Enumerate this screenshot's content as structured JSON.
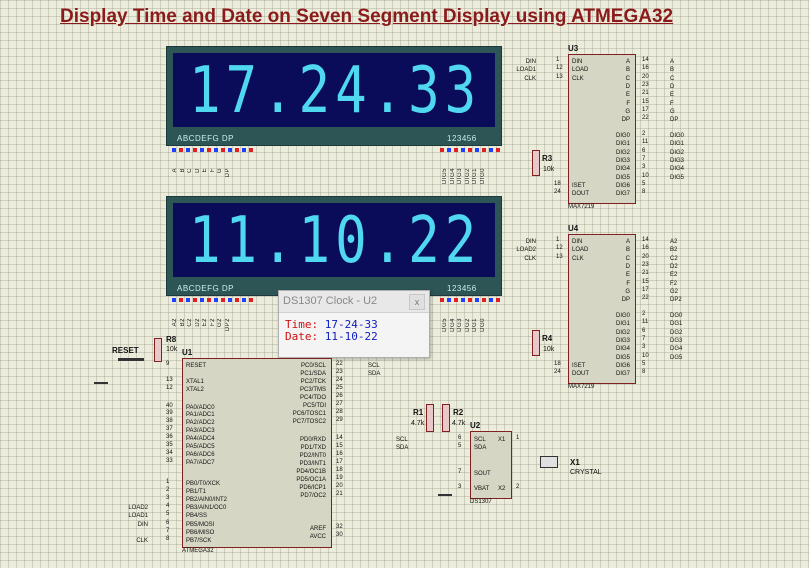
{
  "title": "Display Time and Date on Seven Segment Display using ATMEGA32",
  "display1": {
    "digits": "17.24.33",
    "seg_label": "ABCDEFG  DP",
    "dig_label": "123456",
    "seg_pins": [
      "A",
      "B",
      "C",
      "D",
      "E",
      "F",
      "G",
      "DP"
    ],
    "dig_pins": [
      "DIG5",
      "DIG4",
      "DIG3",
      "DIG2",
      "DIG1",
      "DIG0"
    ]
  },
  "display2": {
    "digits": "11.10.22",
    "seg_label": "ABCDEFG  DP",
    "dig_label": "123456",
    "seg_pins": [
      "A2",
      "B2",
      "C2",
      "D2",
      "E2",
      "F2",
      "G2",
      "DP2"
    ],
    "dig_pins": [
      "DG5",
      "DG4",
      "DG3",
      "DG2",
      "DG1",
      "DG0"
    ]
  },
  "popup": {
    "title": "DS1307 Clock - U2",
    "close": "x",
    "time_key": "Time:",
    "time_val": "17-24-33",
    "date_key": "Date:",
    "date_val": "11-10-22"
  },
  "u3": {
    "ref": "U3",
    "name": "MAX7219",
    "left_pins": [
      {
        "n": "1",
        "t": "DIN"
      },
      {
        "n": "12",
        "t": "LOAD"
      },
      {
        "n": "13",
        "t": "CLK"
      }
    ],
    "bottom_left": [
      {
        "n": "18",
        "t": "ISET"
      },
      {
        "n": "24",
        "t": "DOUT"
      }
    ],
    "right_pins_a": [
      {
        "n": "14",
        "t": "A"
      },
      {
        "n": "16",
        "t": "B"
      },
      {
        "n": "20",
        "t": "C"
      },
      {
        "n": "23",
        "t": "D"
      },
      {
        "n": "21",
        "t": "E"
      },
      {
        "n": "15",
        "t": "F"
      },
      {
        "n": "17",
        "t": "G"
      },
      {
        "n": "22",
        "t": "DP"
      }
    ],
    "right_pins_b": [
      {
        "n": "2",
        "t": "DIG0"
      },
      {
        "n": "11",
        "t": "DIG1"
      },
      {
        "n": "6",
        "t": "DIG2"
      },
      {
        "n": "7",
        "t": "DIG3"
      },
      {
        "n": "3",
        "t": "DIG4"
      },
      {
        "n": "10",
        "t": "DIG5"
      },
      {
        "n": "5",
        "t": "DIG6"
      },
      {
        "n": "8",
        "t": "DIG7"
      }
    ],
    "net_left": [
      "DIN",
      "LOAD1",
      "CLK"
    ],
    "net_right_a": [
      "A",
      "B",
      "C",
      "D",
      "E",
      "F",
      "G",
      "DP"
    ],
    "net_right_b": [
      "DIG0",
      "DIG1",
      "DIG2",
      "DIG3",
      "DIG4",
      "DIG5"
    ]
  },
  "u4": {
    "ref": "U4",
    "name": "MAX7219",
    "left_pins": [
      {
        "n": "1",
        "t": "DIN"
      },
      {
        "n": "12",
        "t": "LOAD"
      },
      {
        "n": "13",
        "t": "CLK"
      }
    ],
    "bottom_left": [
      {
        "n": "18",
        "t": "ISET"
      },
      {
        "n": "24",
        "t": "DOUT"
      }
    ],
    "right_pins_a": [
      {
        "n": "14",
        "t": "A"
      },
      {
        "n": "16",
        "t": "B"
      },
      {
        "n": "20",
        "t": "C"
      },
      {
        "n": "23",
        "t": "D"
      },
      {
        "n": "21",
        "t": "E"
      },
      {
        "n": "15",
        "t": "F"
      },
      {
        "n": "17",
        "t": "G"
      },
      {
        "n": "22",
        "t": "DP"
      }
    ],
    "right_pins_b": [
      {
        "n": "2",
        "t": "DIG0"
      },
      {
        "n": "11",
        "t": "DIG1"
      },
      {
        "n": "6",
        "t": "DIG2"
      },
      {
        "n": "7",
        "t": "DIG3"
      },
      {
        "n": "3",
        "t": "DIG4"
      },
      {
        "n": "10",
        "t": "DIG5"
      },
      {
        "n": "5",
        "t": "DIG6"
      },
      {
        "n": "8",
        "t": "DIG7"
      }
    ],
    "net_left": [
      "DIN",
      "LOAD2",
      "CLK"
    ],
    "net_right_a": [
      "A2",
      "B2",
      "C2",
      "D2",
      "E2",
      "F2",
      "G2",
      "DP2"
    ],
    "net_right_b": [
      "DG0",
      "DG1",
      "DG2",
      "DG3",
      "DG4",
      "DG5"
    ]
  },
  "r3": {
    "ref": "R3",
    "val": "10k"
  },
  "r4": {
    "ref": "R4",
    "val": "10k"
  },
  "r8": {
    "ref": "R8",
    "val": "10k"
  },
  "r1": {
    "ref": "R1",
    "val": "4.7k"
  },
  "r2": {
    "ref": "R2",
    "val": "4.7k"
  },
  "reset": "RESET",
  "u1": {
    "ref": "U1",
    "name": "ATMEGA32",
    "left": [
      {
        "n": "9",
        "t": "RESET"
      },
      {
        "n": "13",
        "t": "XTAL1"
      },
      {
        "n": "12",
        "t": "XTAL2"
      },
      {
        "n": "40",
        "t": "PA0/ADC0"
      },
      {
        "n": "39",
        "t": "PA1/ADC1"
      },
      {
        "n": "38",
        "t": "PA2/ADC2"
      },
      {
        "n": "37",
        "t": "PA3/ADC3"
      },
      {
        "n": "36",
        "t": "PA4/ADC4"
      },
      {
        "n": "35",
        "t": "PA5/ADC5"
      },
      {
        "n": "34",
        "t": "PA6/ADC6"
      },
      {
        "n": "33",
        "t": "PA7/ADC7"
      },
      {
        "n": "1",
        "t": "PB0/T0/XCK"
      },
      {
        "n": "2",
        "t": "PB1/T1"
      },
      {
        "n": "3",
        "t": "PB2/AIN0/INT2"
      },
      {
        "n": "4",
        "t": "PB3/AIN1/OC0"
      },
      {
        "n": "5",
        "t": "PB4/SS"
      },
      {
        "n": "6",
        "t": "PB5/MOSI"
      },
      {
        "n": "7",
        "t": "PB6/MISO"
      },
      {
        "n": "8",
        "t": "PB7/SCK"
      }
    ],
    "right": [
      {
        "n": "22",
        "t": "PC0/SCL"
      },
      {
        "n": "23",
        "t": "PC1/SDA"
      },
      {
        "n": "24",
        "t": "PC2/TCK"
      },
      {
        "n": "25",
        "t": "PC3/TMS"
      },
      {
        "n": "26",
        "t": "PC4/TDO"
      },
      {
        "n": "27",
        "t": "PC5/TDI"
      },
      {
        "n": "28",
        "t": "PC6/TOSC1"
      },
      {
        "n": "29",
        "t": "PC7/TOSC2"
      },
      {
        "n": "14",
        "t": "PD0/RXD"
      },
      {
        "n": "15",
        "t": "PD1/TXD"
      },
      {
        "n": "16",
        "t": "PD2/INT0"
      },
      {
        "n": "17",
        "t": "PD3/INT1"
      },
      {
        "n": "18",
        "t": "PD4/OC1B"
      },
      {
        "n": "19",
        "t": "PD5/OC1A"
      },
      {
        "n": "20",
        "t": "PD6/ICP1"
      },
      {
        "n": "21",
        "t": "PD7/OC2"
      },
      {
        "n": "32",
        "t": "AREF"
      },
      {
        "n": "30",
        "t": "AVCC"
      }
    ],
    "net_right": [
      "SCL",
      "SDA"
    ],
    "net_left": [
      "LOAD2",
      "LOAD1",
      "DIN",
      "CLK"
    ]
  },
  "u2": {
    "ref": "U2",
    "name": "DS1307",
    "left": [
      {
        "n": "6",
        "t": "SCL"
      },
      {
        "n": "5",
        "t": "SDA"
      },
      {
        "n": "7",
        "t": "SOUT"
      },
      {
        "n": "3",
        "t": "VBAT"
      }
    ],
    "right": [
      {
        "n": "1",
        "t": "X1"
      },
      {
        "n": "2",
        "t": "X2"
      }
    ],
    "net_left": [
      "SCL",
      "SDA"
    ]
  },
  "x1": {
    "ref": "X1",
    "name": "CRYSTAL"
  }
}
